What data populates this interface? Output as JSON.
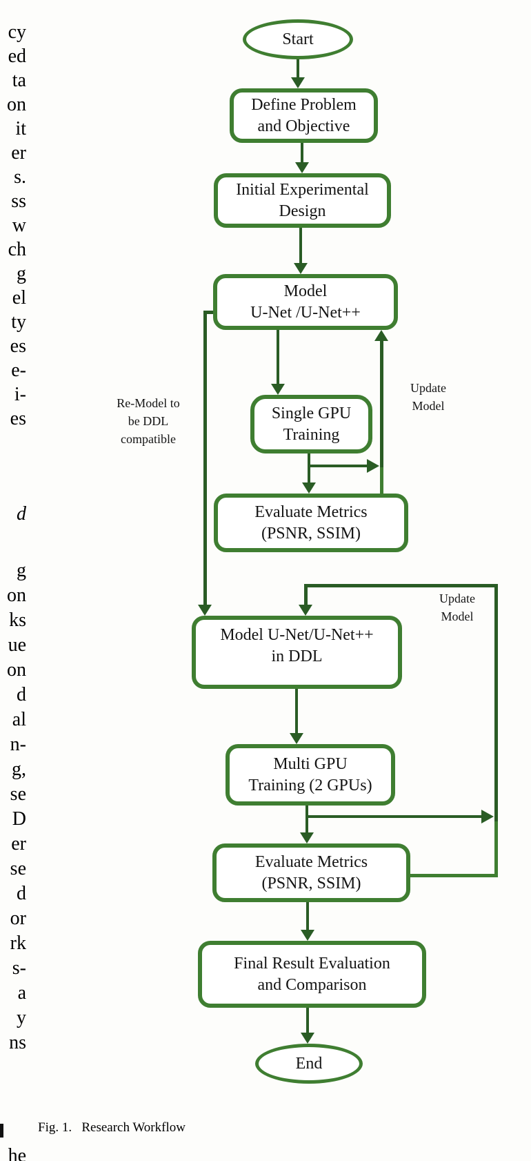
{
  "figure": {
    "caption": "Fig. 1.   Research Workflow"
  },
  "colors": {
    "box_border_green": "#3f7e31",
    "arrow_dark_green": "#2a5c25",
    "background": "#fdfdfb",
    "text": "#141414"
  },
  "flowchart": {
    "nodes": {
      "start": {
        "label": "Start",
        "shape": "ellipse"
      },
      "define": {
        "label": "Define Problem\nand Objective",
        "shape": "rounded-rect"
      },
      "initial": {
        "label": "Initial Experimental\nDesign",
        "shape": "rounded-rect"
      },
      "model": {
        "label": "Model\nU-Net /U-Net++",
        "shape": "rounded-rect"
      },
      "single_gpu": {
        "label": "Single GPU\nTraining",
        "shape": "rounded-rect"
      },
      "evaluate1": {
        "label": "Evaluate Metrics\n(PSNR, SSIM)",
        "shape": "rounded-rect"
      },
      "model_ddl": {
        "label": "Model U-Net/U-Net++\nin DDL",
        "shape": "rounded-rect"
      },
      "multi_gpu": {
        "label": "Multi GPU\nTraining (2 GPUs)",
        "shape": "rounded-rect"
      },
      "evaluate2": {
        "label": "Evaluate Metrics\n(PSNR, SSIM)",
        "shape": "rounded-rect"
      },
      "final": {
        "label": "Final Result Evaluation\nand Comparison",
        "shape": "rounded-rect"
      },
      "end": {
        "label": "End",
        "shape": "ellipse"
      }
    },
    "edge_labels": {
      "update_model_1": "Update\nModel",
      "update_model_2": "Update\nModel",
      "remodel": "Re-Model to\nbe DDL\ncompatible"
    }
  },
  "left_column_fragments": {
    "para1": [
      "cy",
      "ed",
      "ta",
      "on",
      "it",
      "er",
      "s.",
      "ss",
      "w",
      "ch",
      "g",
      "el",
      "ty",
      "es",
      "e-",
      "i-",
      "es"
    ],
    "heading_fragment": "d",
    "para2": [
      "g",
      "on",
      "ks",
      "ue",
      "on",
      "d",
      "al",
      "n-",
      "g,",
      "se",
      "D",
      "er",
      "se",
      "d",
      "or",
      "rk",
      "s-",
      "a",
      "y",
      "ns"
    ],
    "bottom_fragment": "he"
  }
}
